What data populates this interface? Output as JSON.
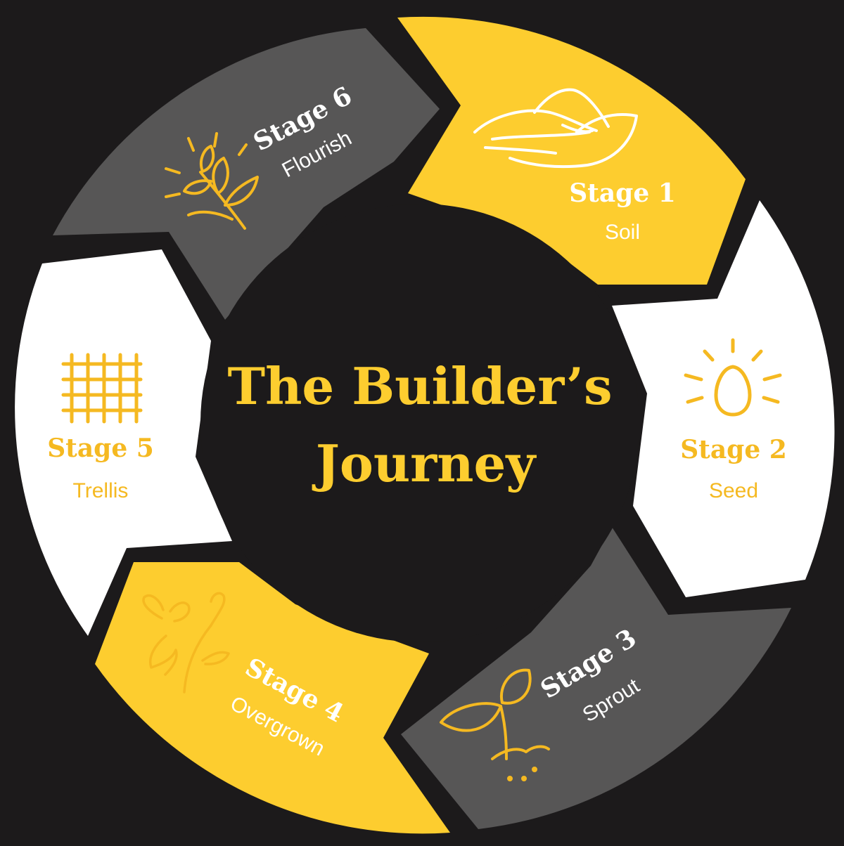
{
  "colors": {
    "background": "#1c1a1b",
    "yellow": "#fdcd2f",
    "gray": "#575656",
    "white": "#ffffff",
    "icon_gold": "#f5b921"
  },
  "center": {
    "title_line1": "The Builder’s",
    "title_line2": "Journey"
  },
  "stages": [
    {
      "stage": "Stage 1",
      "name": "Soil",
      "icon": "hand-with-soil-icon"
    },
    {
      "stage": "Stage 2",
      "name": "Seed",
      "icon": "glowing-seed-icon"
    },
    {
      "stage": "Stage 3",
      "name": "Sprout",
      "icon": "sprout-icon"
    },
    {
      "stage": "Stage 4",
      "name": "Overgrown",
      "icon": "vine-icon"
    },
    {
      "stage": "Stage 5",
      "name": "Trellis",
      "icon": "trellis-grid-icon"
    },
    {
      "stage": "Stage 6",
      "name": "Flourish",
      "icon": "flourishing-plant-icon"
    }
  ]
}
